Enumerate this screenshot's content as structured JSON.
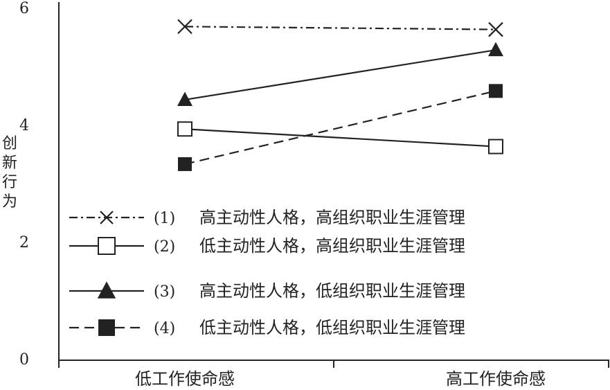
{
  "chart_data": {
    "type": "line",
    "categories": [
      "低工作使命感",
      "高工作使命感"
    ],
    "ylabel": "创新行为",
    "ylim": [
      0,
      6
    ],
    "yticks": [
      0,
      2,
      4,
      6
    ],
    "grid": false,
    "legend_position": "bottom-left",
    "series": [
      {
        "name": "高主动性人格，高组织职业生涯管理",
        "number": "(1)",
        "values": [
          5.7,
          5.65
        ],
        "marker": "x-icon",
        "line_style": "dash-dot",
        "color": "#222222"
      },
      {
        "name": "低主动性人格，高组织职业生涯管理",
        "number": "(2)",
        "values": [
          3.95,
          3.65
        ],
        "marker": "open-square-icon",
        "line_style": "solid",
        "color": "#222222"
      },
      {
        "name": "高主动性人格，低组织职业生涯管理",
        "number": "(3)",
        "values": [
          4.45,
          5.3
        ],
        "marker": "filled-triangle-icon",
        "line_style": "solid",
        "color": "#222222"
      },
      {
        "name": "低主动性人格，低组织职业生涯管理",
        "number": "(4)",
        "values": [
          3.35,
          4.6
        ],
        "marker": "filled-square-icon",
        "line_style": "dashed",
        "color": "#222222"
      }
    ]
  }
}
